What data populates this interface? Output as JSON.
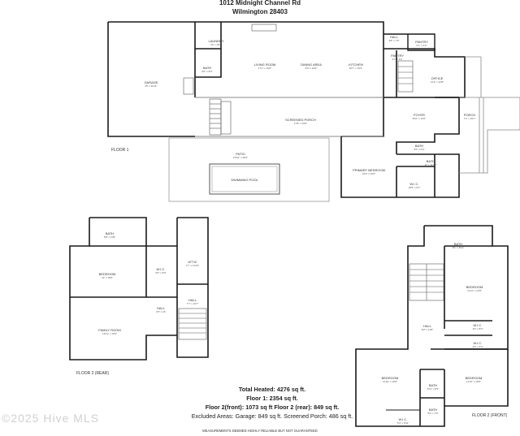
{
  "header": {
    "address_line1": "1012 Midnight Channel Rd",
    "address_line2": "Wilmington 28403"
  },
  "floors": {
    "floor1_label": "FLOOR 1",
    "floor2_rear_label": "FLOOR 2 (REAR)",
    "floor2_front_label": "FLOOR 2 (FRONT)"
  },
  "rooms_floor1": [
    {
      "name": "GARAGE",
      "dims": "25' x 30'11\""
    },
    {
      "name": "LAUNDRY",
      "dims": "10' x 10'3\""
    },
    {
      "name": "BATH",
      "dims": "6'0\" x 8'0\""
    },
    {
      "name": "LIVING ROOM",
      "dims": "17'1\" x 19'6\""
    },
    {
      "name": "DINING AREA",
      "dims": "8'3\" x 10'6\""
    },
    {
      "name": "KITCHEN",
      "dims": "16'7\" x 15'3\""
    },
    {
      "name": "HALL",
      "dims": "3'8\" x 7'5\""
    },
    {
      "name": "PANTRY",
      "dims": "5'1\" x 6'3\""
    },
    {
      "name": "PANTRY",
      "dims": "3'1\" x 4'2\""
    },
    {
      "name": "OFFICE",
      "dims": "11'3\" x 12'8\""
    },
    {
      "name": "SCREENED PORCH",
      "dims": "17'8\" x 33'0\""
    },
    {
      "name": "FOYER",
      "dims": "8'10\" x 14'0\""
    },
    {
      "name": "PORCH",
      "dims": "7'1\" x 34'7\""
    },
    {
      "name": "BATH",
      "dims": "5'0\" x 5'3\""
    },
    {
      "name": "BATH",
      "dims": "11' x 11'10\""
    },
    {
      "name": "PRIMARY BEDROOM",
      "dims": "16'3\" x 15'0\""
    },
    {
      "name": "W.I.C.",
      "dims": "10'5\" x 5'1\""
    },
    {
      "name": "PATIO",
      "dims": "15'10\" x 36'0\""
    },
    {
      "name": "SWIMMING POOL",
      "dims": ""
    }
  ],
  "rooms_floor2_rear": [
    {
      "name": "BATH",
      "dims": "5'8\" x 11'8\""
    },
    {
      "name": "BEDROOM",
      "dims": "12' x 15'8\""
    },
    {
      "name": "W.I.C.",
      "dims": "5'0\" x 8'0\""
    },
    {
      "name": "ATTIC",
      "dims": "7'7\" x 12'10\""
    },
    {
      "name": "HALL",
      "dims": "7'7\" x 16'7\""
    },
    {
      "name": "HALL",
      "dims": "3'0\" x 16'"
    },
    {
      "name": "FAMILY ROOM",
      "dims": "16'11\" x 16'8\""
    }
  ],
  "rooms_floor2_front": [
    {
      "name": "BATH",
      "dims": "8'1\" x 8'11\""
    },
    {
      "name": "BEDROOM",
      "dims": "11'11\" x 12'8\""
    },
    {
      "name": "HALL",
      "dims": "8'2\" x 11'8\""
    },
    {
      "name": "W.I.C.",
      "dims": "4'3\" x 8'4\""
    },
    {
      "name": "W.I.C.",
      "dims": "4'3\" x 6'4\""
    },
    {
      "name": "BEDROOM",
      "dims": "11'10\" x 16'8\""
    },
    {
      "name": "BEDROOM",
      "dims": "11'10\" x 16'8\""
    },
    {
      "name": "BATH",
      "dims": "5'11\" x 8'3\""
    },
    {
      "name": "BATH",
      "dims": "5'0\" x 7'0\""
    },
    {
      "name": "W.I.C.",
      "dims": "5'4\" x 6'11\""
    }
  ],
  "summary": {
    "total_heated": "Total Heated: 4276 sq ft.",
    "floor1": "Floor 1: 2354 sq ft.",
    "floor2": "Floor 2(front): 1073 sq ft Floor 2 (rear): 849 sq ft.",
    "excluded": "Excluded Areas: Garage: 849 sq ft. Screened Porch: 486 sq ft."
  },
  "watermark": "©2025 Hive MLS",
  "disclaimer": "MEASUREMENTS DEEMED HIGHLY RELIABLE BUT NOT GUARANTEED",
  "colors": {
    "wall": "#1a1a1a",
    "thin_wall": "#8a8a8a",
    "patio": "#9a9a9a"
  }
}
